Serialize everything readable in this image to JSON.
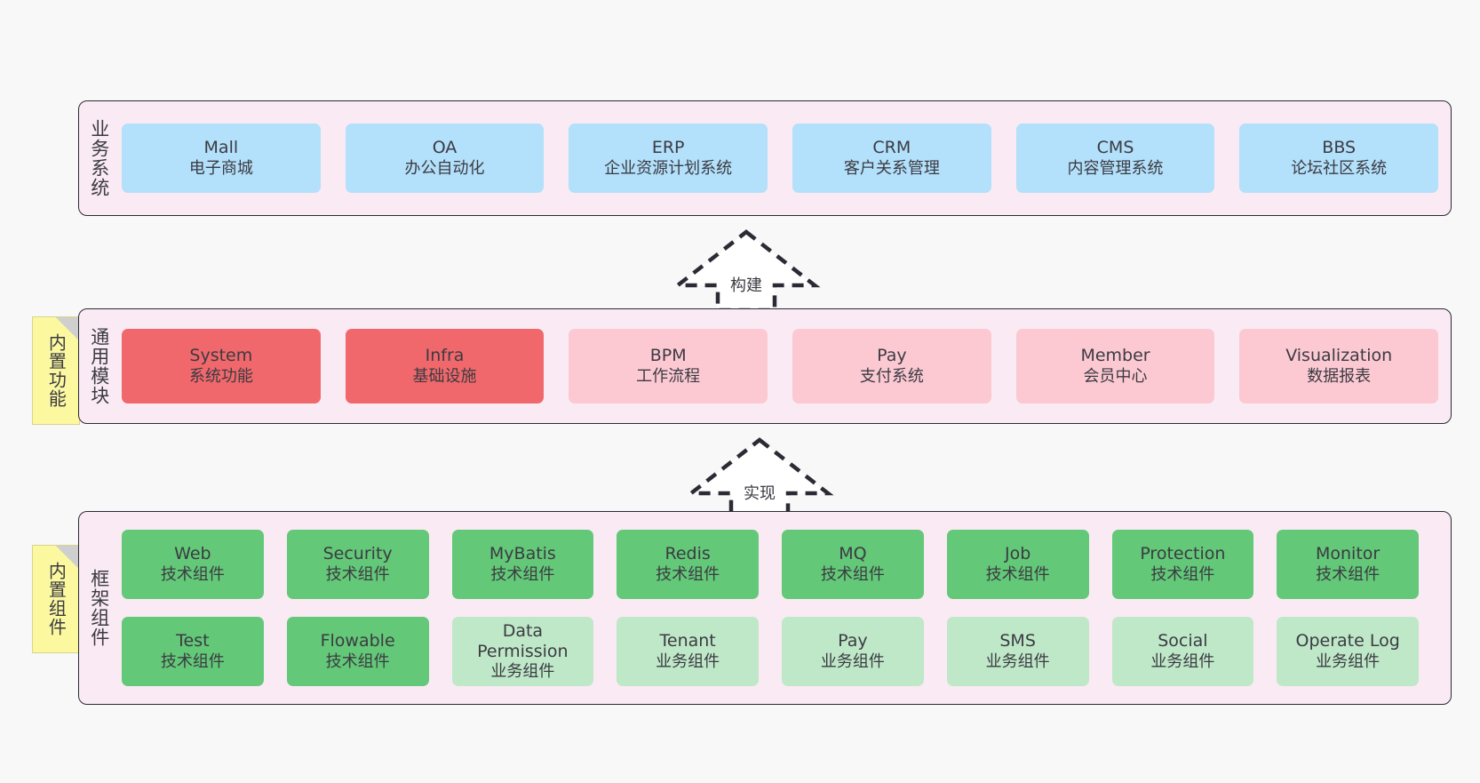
{
  "diagram": {
    "background": "#f8f8f8",
    "layer_fill": "#faeaf4",
    "layer_border": "#2b2b35"
  },
  "layers": [
    {
      "id": "business-system",
      "title": "业务系统",
      "node_color": "#b3e0fb",
      "rows": [
        [
          {
            "en": "Mall",
            "cn": "电子商城"
          },
          {
            "en": "OA",
            "cn": "办公自动化"
          },
          {
            "en": "ERP",
            "cn": "企业资源计划系统"
          },
          {
            "en": "CRM",
            "cn": "客户关系管理"
          },
          {
            "en": "CMS",
            "cn": "内容管理系统"
          },
          {
            "en": "BBS",
            "cn": "论坛社区系统"
          }
        ]
      ]
    },
    {
      "id": "common-module",
      "title": "通用模块",
      "sticky": "内置功能",
      "node_color_primary": "#f0686b",
      "node_color_secondary": "#fcc9d3",
      "rows": [
        [
          {
            "en": "System",
            "cn": "系统功能"
          },
          {
            "en": "Infra",
            "cn": "基础设施"
          },
          {
            "en": "BPM",
            "cn": "工作流程"
          },
          {
            "en": "Pay",
            "cn": "支付系统"
          },
          {
            "en": "Member",
            "cn": "会员中心"
          },
          {
            "en": "Visualization",
            "cn": "数据报表"
          }
        ]
      ]
    },
    {
      "id": "framework-component",
      "title": "框架组件",
      "sticky": "内置组件",
      "node_color_primary": "#63c878",
      "node_color_secondary": "#bfe8c8",
      "rows": [
        [
          {
            "en": "Web",
            "cn": "技术组件"
          },
          {
            "en": "Security",
            "cn": "技术组件"
          },
          {
            "en": "MyBatis",
            "cn": "技术组件"
          },
          {
            "en": "Redis",
            "cn": "技术组件"
          },
          {
            "en": "MQ",
            "cn": "技术组件"
          },
          {
            "en": "Job",
            "cn": "技术组件"
          },
          {
            "en": "Protection",
            "cn": "技术组件"
          },
          {
            "en": "Monitor",
            "cn": "技术组件"
          }
        ],
        [
          {
            "en": "Test",
            "cn": "技术组件"
          },
          {
            "en": "Flowable",
            "cn": "技术组件"
          },
          {
            "en": "Data Permission",
            "cn": "业务组件"
          },
          {
            "en": "Tenant",
            "cn": "业务组件"
          },
          {
            "en": "Pay",
            "cn": "业务组件"
          },
          {
            "en": "SMS",
            "cn": "业务组件"
          },
          {
            "en": "Social",
            "cn": "业务组件"
          },
          {
            "en": "Operate Log",
            "cn": "业务组件"
          }
        ]
      ]
    }
  ],
  "arrows": [
    {
      "id": "build-arrow",
      "label": "构建"
    },
    {
      "id": "implement-arrow",
      "label": "实现"
    }
  ]
}
